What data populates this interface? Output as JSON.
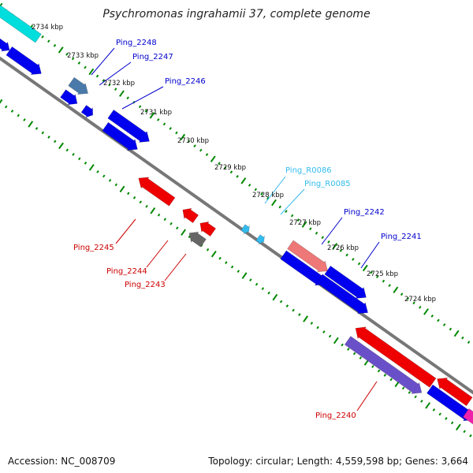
{
  "title": "Psychromonas ingrahamii 37, complete genome",
  "footer": {
    "accession": "Accession: NC_008709",
    "summary": "Topology: circular; Length: 4,559,598 bp; Genes: 3,664"
  },
  "colors": {
    "forward_gene": "#0000ee",
    "reverse_gene": "#ee0000",
    "rna": "#33bbee",
    "backbone": "#777777",
    "tick": "#008800",
    "cyan_gene": "#00dddd",
    "steel_gene": "#4a7aaa",
    "salmon_gene": "#ee7777",
    "gray_gene": "#666666",
    "purple_gene": "#6a50c8",
    "magenta_gene": "#ee22aa"
  },
  "scale_labels": [
    "2734 kbp",
    "2733 kbp",
    "2732 kbp",
    "2731 kbp",
    "2730 kbp",
    "2729 kbp",
    "2728 kbp",
    "2727 kbp",
    "2726 kbp",
    "2725 kbp",
    "2724 kbp"
  ],
  "gene_labels": [
    {
      "text": "Ping_2248",
      "color": "#0000cc"
    },
    {
      "text": "Ping_2247",
      "color": "#0000cc"
    },
    {
      "text": "Ping_2246",
      "color": "#0000cc"
    },
    {
      "text": "Ping_R0086",
      "color": "#33bbee"
    },
    {
      "text": "Ping_R0085",
      "color": "#33bbee"
    },
    {
      "text": "Ping_2242",
      "color": "#0000cc"
    },
    {
      "text": "Ping_2241",
      "color": "#0000cc"
    },
    {
      "text": "Ping_2245",
      "color": "#cc0000"
    },
    {
      "text": "Ping_2244",
      "color": "#cc0000"
    },
    {
      "text": "Ping_2243",
      "color": "#cc0000"
    },
    {
      "text": "Ping_2240",
      "color": "#cc0000"
    }
  ]
}
